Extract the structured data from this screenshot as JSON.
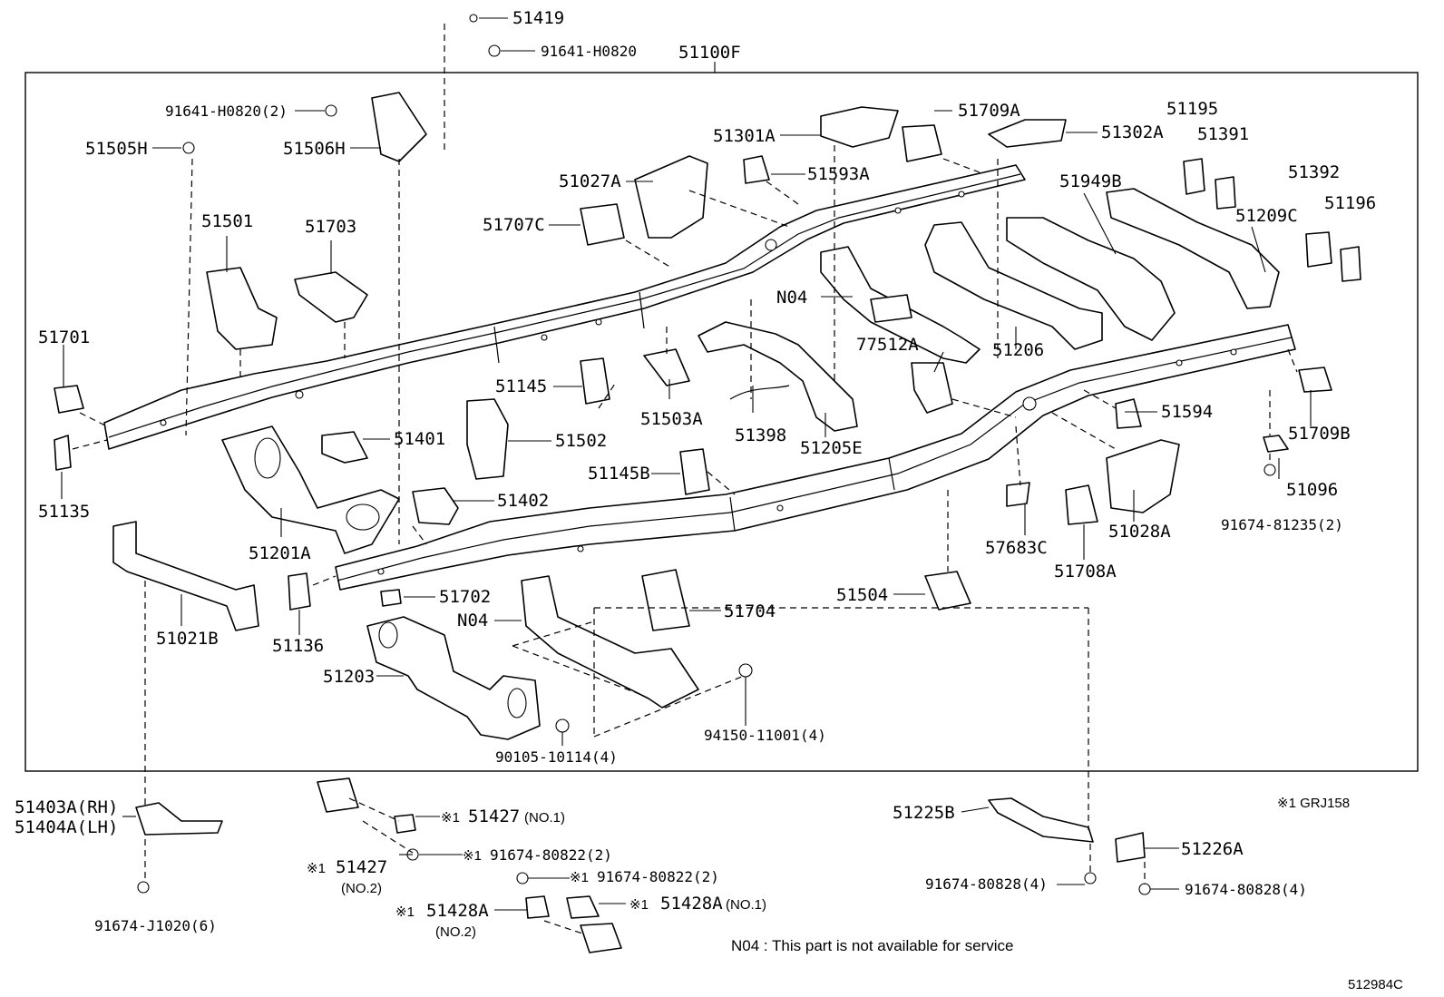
{
  "assembly": "51100F",
  "drawing_code": "512984C",
  "footnote_legend": "※1 GRJ158",
  "service_note": "N04 : This part is not available for service",
  "labels": {
    "p51419": "51419",
    "p91641_top": "91641-H0820",
    "p91641_2": "91641-H0820(2)",
    "p51505H": "51505H",
    "p51506H": "51506H",
    "p51301A": "51301A",
    "p51709A": "51709A",
    "p51302A": "51302A",
    "p51195": "51195",
    "p51391": "51391",
    "p51392": "51392",
    "p51196": "51196",
    "p51027A": "51027A",
    "p51593A": "51593A",
    "p51949B": "51949B",
    "p51209C": "51209C",
    "p51707C": "51707C",
    "p51501": "51501",
    "p51703": "51703",
    "pN04_upper": "N04",
    "p51701": "51701",
    "p77512A": "77512A",
    "p51206": "51206",
    "p51145": "51145",
    "p51503A": "51503A",
    "p51594": "51594",
    "p51709B": "51709B",
    "p51401": "51401",
    "p51502": "51502",
    "p51398": "51398",
    "p51205E": "51205E",
    "p51135": "51135",
    "p51145B": "51145B",
    "p51096": "51096",
    "p51402": "51402",
    "p91674_81235": "91674-81235(2)",
    "p51201A": "51201A",
    "p51028A": "51028A",
    "p57683C": "57683C",
    "p51708A": "51708A",
    "p51702": "51702",
    "p51504": "51504",
    "pN04_lower": "N04",
    "p51704": "51704",
    "p51021B": "51021B",
    "p51136": "51136",
    "p51203": "51203",
    "p94150": "94150-11001(4)",
    "p90105": "90105-10114(4)",
    "p51403A": "51403A(RH)",
    "p51404A": "51404A(LH)",
    "p91674_J1020": "91674-J1020(6)",
    "p51427_no1": "51427",
    "p51427_no1_sub": "(NO.1)",
    "p51427_no2": "51427",
    "p51427_no2_sub": "(NO.2)",
    "p91674_80822_a": "91674-80822(2)",
    "p91674_80822_b": "91674-80822(2)",
    "p51428A_no2": "51428A",
    "p51428A_no2_sub": "(NO.2)",
    "p51428A_no1": "51428A",
    "p51428A_no1_sub": "(NO.1)",
    "p51225B": "51225B",
    "p51226A": "51226A",
    "p91674_80828_a": "91674-80828(4)",
    "p91674_80828_b": "91674-80828(4)",
    "mark": "※1"
  }
}
